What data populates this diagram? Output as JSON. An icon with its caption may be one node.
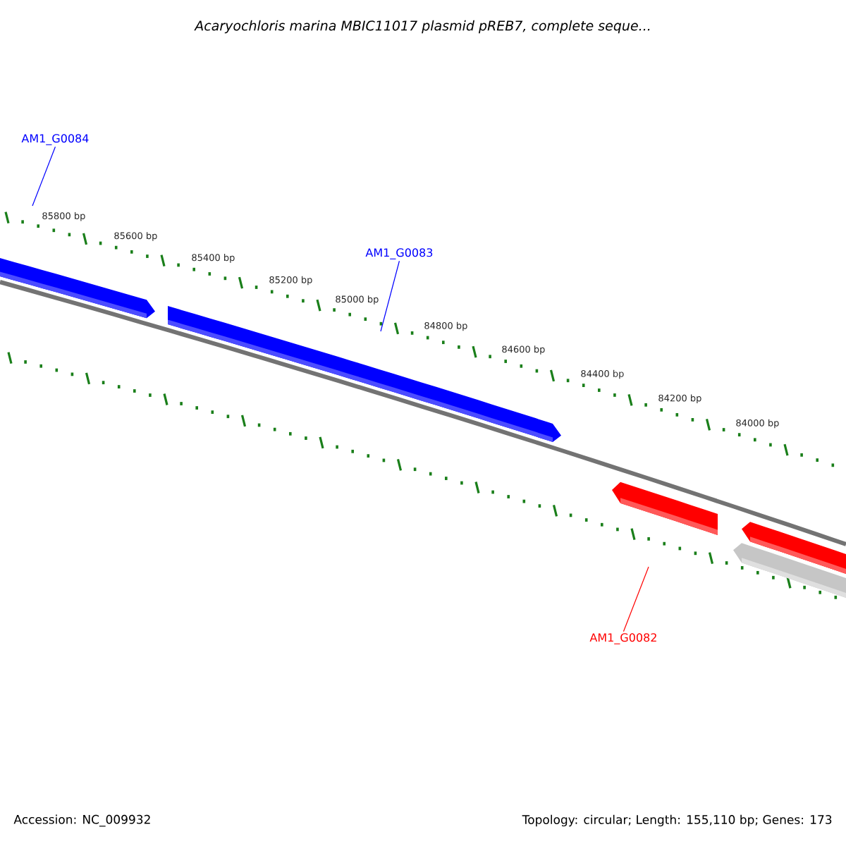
{
  "diagram": {
    "title": "Acaryochloris marina MBIC11017 plasmid pREB7, complete seque...",
    "nodes": [
      {
        "text": [
          "AM1_G0084"
        ]
      },
      {
        "text": [
          "AM1_G0083"
        ]
      },
      {
        "text": [
          "AM1_G0082"
        ]
      }
    ],
    "edges": [
      {
        "from": 0,
        "to": null,
        "arrow": "none"
      },
      {
        "from": 1,
        "to": null,
        "arrow": "none"
      },
      {
        "from": 2,
        "to": null,
        "arrow": "none",
        "color": "#ff0000"
      }
    ],
    "labels": [
      "85800 bp",
      "85600 bp",
      "85400 bp",
      "85200 bp",
      "85000 bp",
      "84800 bp",
      "84600 bp",
      "84400 bp",
      "84200 bp",
      "84000 bp",
      "Accession: NC_009932",
      "Topology: circular; Length: 155,110 bp; Genes: 173"
    ]
  }
}
